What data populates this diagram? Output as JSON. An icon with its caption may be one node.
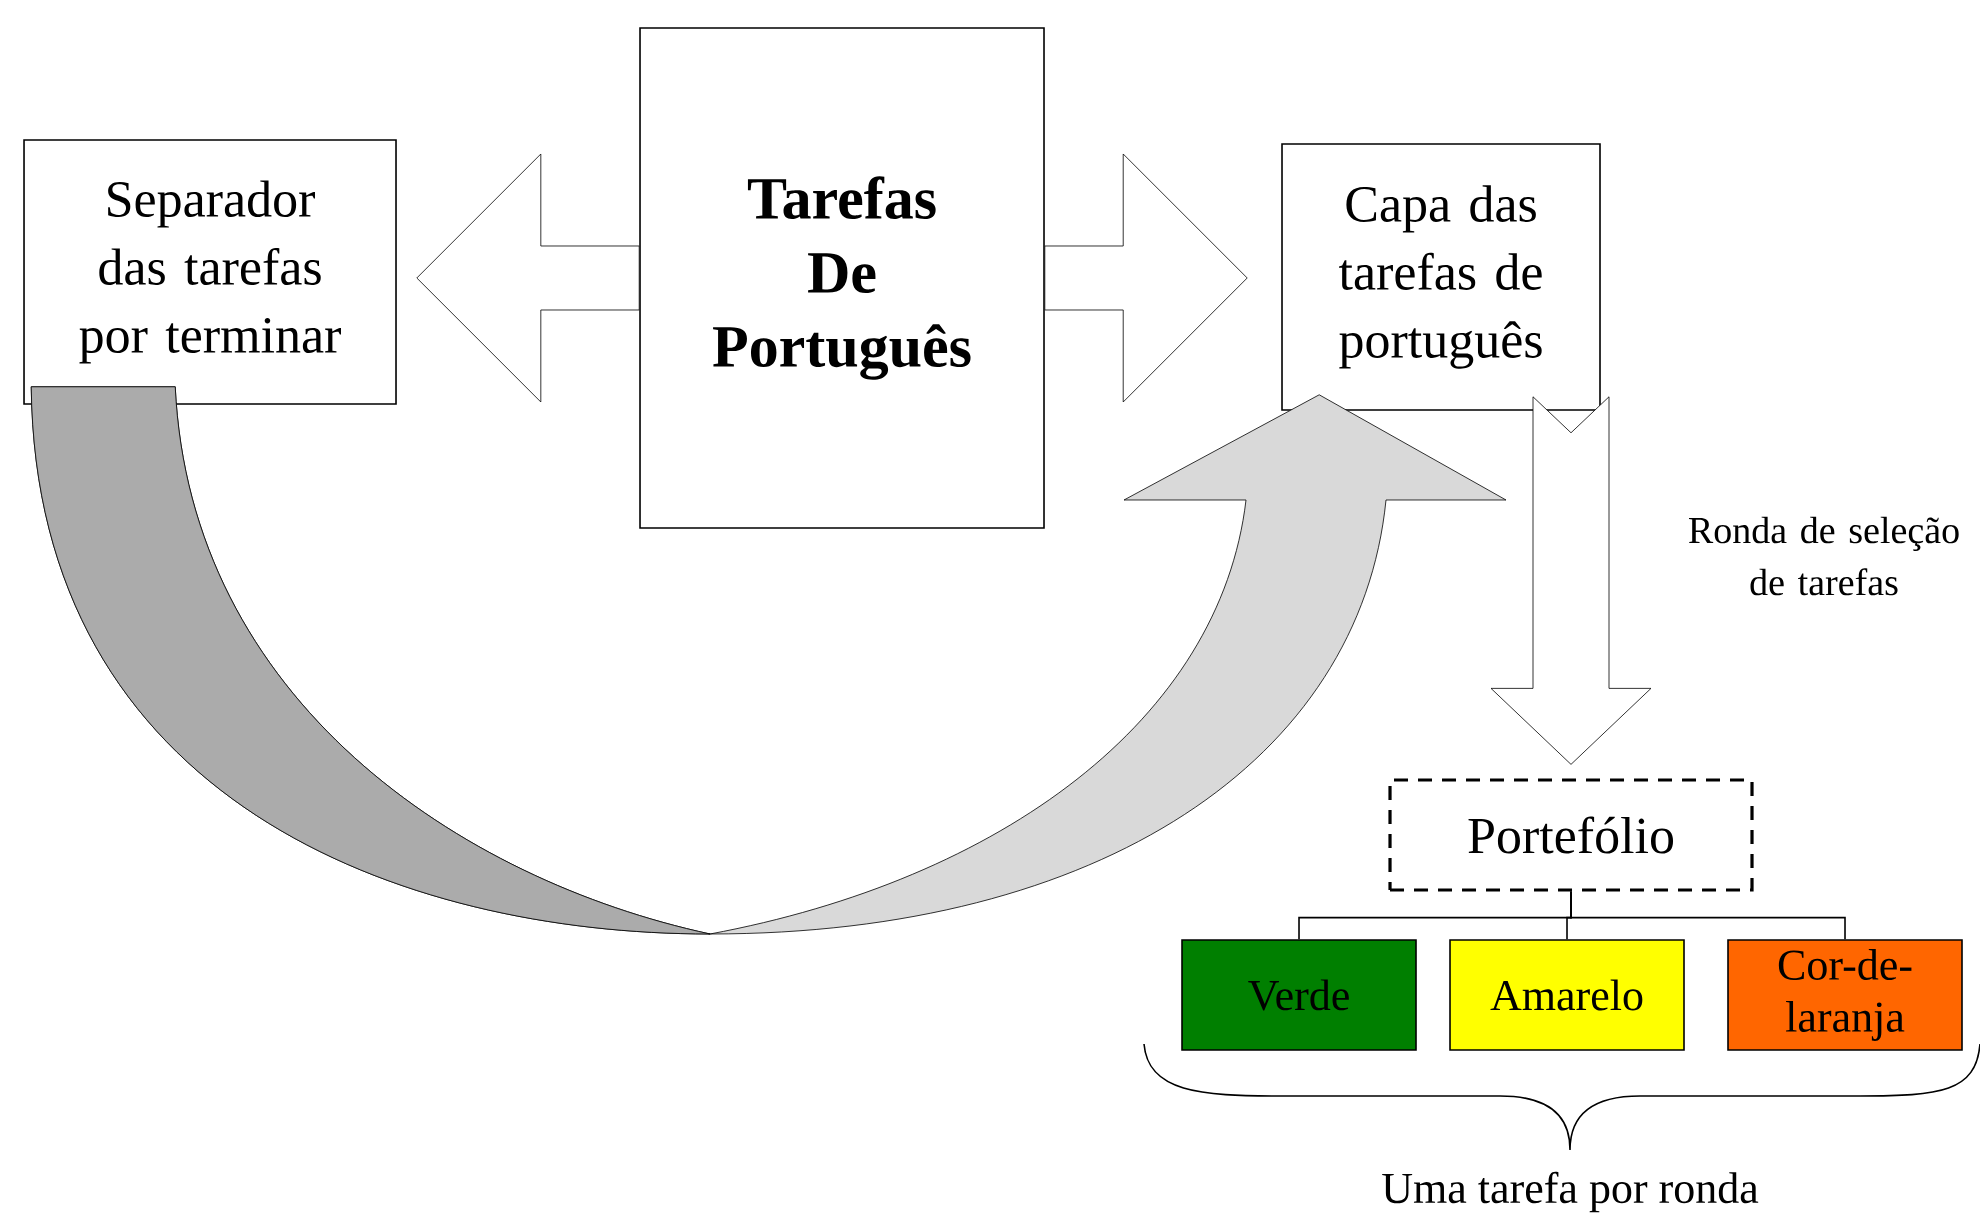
{
  "diagram": {
    "nodes": [
      {
        "text": [
          "Separador das tarefas por terminar"
        ]
      },
      {
        "text": [
          "Tarefas De Português"
        ]
      },
      {
        "text": [
          "Capa das tarefas de português"
        ]
      },
      {
        "text": [
          "Portefólio"
        ]
      },
      {
        "text": [
          "Verde"
        ]
      },
      {
        "text": [
          "Amarelo"
        ]
      },
      {
        "text": [
          "Cor-de-laranja"
        ]
      }
    ],
    "edges": [
      {
        "from": 1,
        "to": 0,
        "arrow": "to"
      },
      {
        "from": 1,
        "to": 2,
        "arrow": "to"
      },
      {
        "from": 0,
        "to": 2,
        "arrow": "to"
      },
      {
        "from": 2,
        "to": 3,
        "arrow": "to",
        "label": "Ronda de seleção de tarefas"
      },
      {
        "from": 3,
        "to": 4,
        "arrow": "none"
      },
      {
        "from": 3,
        "to": 5,
        "arrow": "none"
      },
      {
        "from": 3,
        "to": 6,
        "arrow": "none"
      }
    ],
    "labels": [
      "Uma tarefa por ronda"
    ]
  }
}
